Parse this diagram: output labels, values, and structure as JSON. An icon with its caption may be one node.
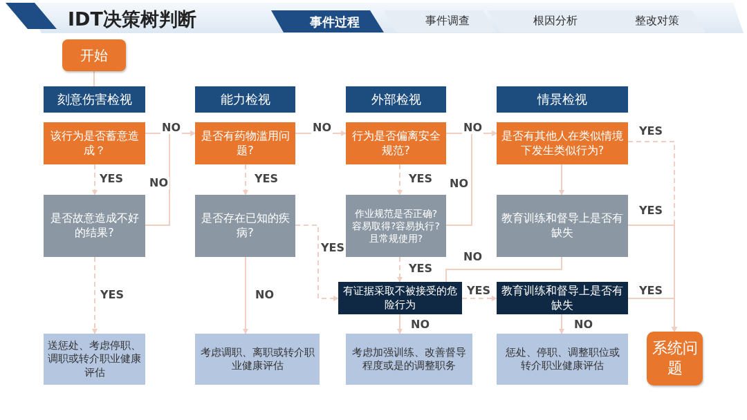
{
  "diagram": {
    "title": "IDT决策树判断",
    "nodes": [
      {
        "text": [
          "开始"
        ]
      },
      {
        "text": [
          "刻意伤害检视"
        ]
      },
      {
        "text": [
          "能力检视"
        ]
      },
      {
        "text": [
          "外部检视"
        ]
      },
      {
        "text": [
          "情景检视"
        ]
      },
      {
        "text": [
          "该行为是否蓄意造成？"
        ]
      },
      {
        "text": [
          "是否有药物滥用问题?"
        ]
      },
      {
        "text": [
          "行为是否偏离安全规范?"
        ]
      },
      {
        "text": [
          "是否有其他人在类似情境下发生类似行为?"
        ]
      },
      {
        "text": [
          "是否故意造成不好的结果?"
        ]
      },
      {
        "text": [
          "是否存在已知的疾病?"
        ]
      },
      {
        "text": [
          "作业规范是否正确?容易取得?容易执行?且常规使用?"
        ]
      },
      {
        "text": [
          "教育训练和督导上是否有缺失"
        ]
      },
      {
        "text": [
          "有证据采取不被接受的危险行为"
        ]
      },
      {
        "text": [
          "教育训练和督导上是否有缺失"
        ]
      },
      {
        "text": [
          "送惩处、考虑停职、调职或转介职业健康评估"
        ]
      },
      {
        "text": [
          "考虑调职、离职或转介职业健康评估"
        ]
      },
      {
        "text": [
          "考虑加强训练、改善督导程度或是的调整职务"
        ]
      },
      {
        "text": [
          "惩处、停职、调整职位或转介职业健康评估"
        ]
      },
      {
        "text": [
          "系统问题"
        ]
      }
    ],
    "edges": [
      {
        "from": 0,
        "to": 1,
        "arrow": "none"
      },
      {
        "from": 5,
        "to": 6,
        "arrow": "to",
        "label": "NO"
      },
      {
        "from": 5,
        "to": 9,
        "arrow": "to",
        "label": "YES",
        "style": "dashed"
      },
      {
        "from": 9,
        "to": 6,
        "arrow": "to",
        "label": "NO"
      },
      {
        "from": 6,
        "to": 7,
        "arrow": "to",
        "label": "NO"
      },
      {
        "from": 6,
        "to": 10,
        "arrow": "to",
        "label": "YES",
        "style": "dashed"
      },
      {
        "from": 10,
        "to": 13,
        "arrow": "to",
        "label": "YES",
        "style": "dashed"
      },
      {
        "from": 10,
        "to": 16,
        "arrow": "to",
        "label": "NO"
      },
      {
        "from": 9,
        "to": 15,
        "arrow": "to",
        "label": "YES",
        "style": "dashed"
      },
      {
        "from": 7,
        "to": 8,
        "arrow": "to",
        "label": "NO"
      },
      {
        "from": 7,
        "to": 11,
        "arrow": "to",
        "label": "YES",
        "style": "dashed"
      },
      {
        "from": 11,
        "to": 8,
        "arrow": "to",
        "label": "NO"
      },
      {
        "from": 11,
        "to": 13,
        "arrow": "to",
        "label": "YES",
        "style": "dashed"
      },
      {
        "from": 8,
        "to": 12,
        "arrow": "to"
      },
      {
        "from": 8,
        "to": 19,
        "arrow": "to",
        "label": "YES",
        "style": "dashed"
      },
      {
        "from": 12,
        "to": 19,
        "arrow": "to",
        "label": "YES"
      },
      {
        "from": 12,
        "to": 13,
        "arrow": "none",
        "label": "NO"
      },
      {
        "from": 13,
        "to": 14,
        "arrow": "to",
        "label": "YES",
        "style": "dashed"
      },
      {
        "from": 13,
        "to": 17,
        "arrow": "to",
        "label": "NO"
      },
      {
        "from": 14,
        "to": 18,
        "arrow": "to",
        "label": "NO"
      },
      {
        "from": 14,
        "to": 19,
        "arrow": "to",
        "label": "YES"
      }
    ],
    "labels": [
      "事件过程",
      "事件调查",
      "根因分析",
      "整改对策"
    ]
  }
}
